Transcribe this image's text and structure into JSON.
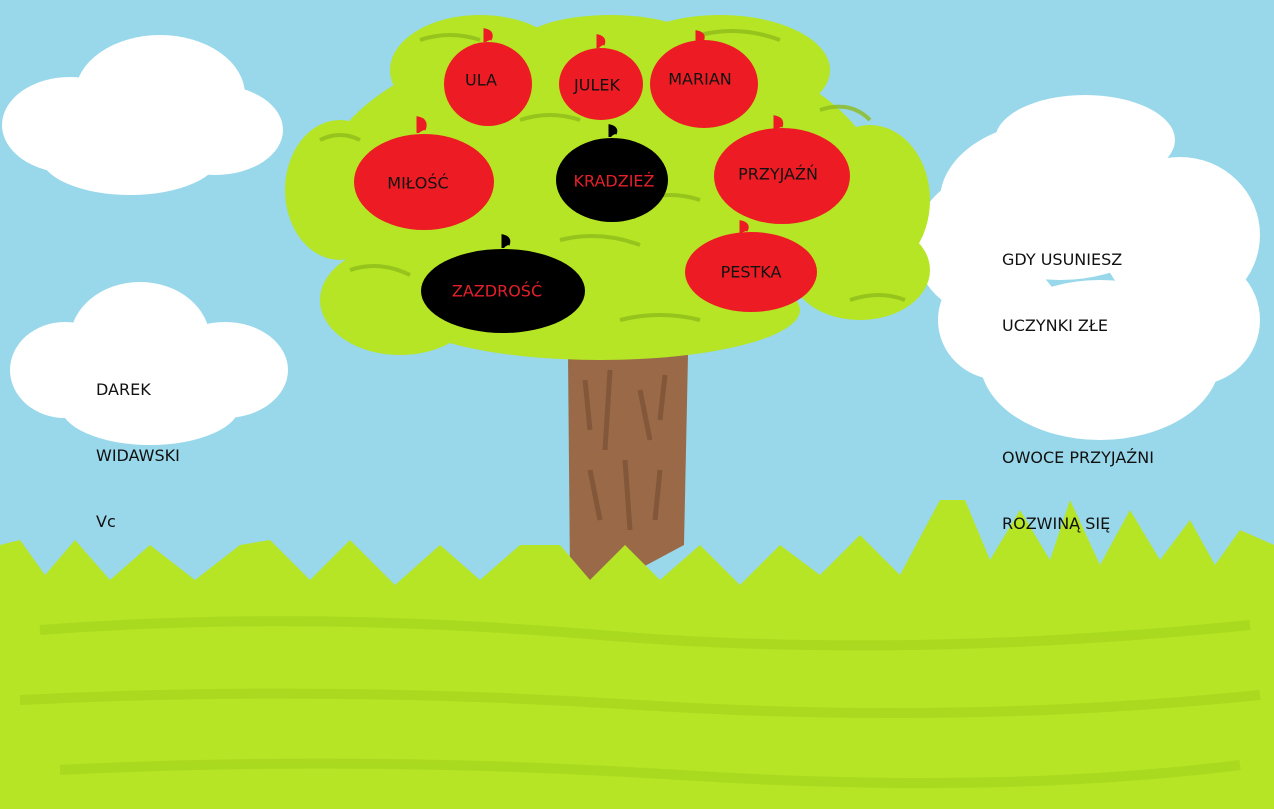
{
  "colors": {
    "sky": "#98d8ea",
    "cloud": "#ffffff",
    "foliage": "#b5e524",
    "foliage_stroke": "#8fbc1c",
    "trunk": "#9a6a48",
    "grass": "#b5e524",
    "good_fruit": "#ed1c24",
    "bad_fruit": "#000000",
    "bad_text": "#e4202a"
  },
  "fruits": {
    "ula": "ULA",
    "julek": "JULEK",
    "marian": "MARIAN",
    "milosc": "MIŁOŚĆ",
    "kradziez": "KRADZIEŻ",
    "przyjazn": "PRZYJAŹŃ",
    "zazdrosc": "ZAZDROŚĆ",
    "pestka": "PESTKA"
  },
  "author": {
    "line1": "DAREK",
    "line2": "WIDAWSKI",
    "line3": "Vc"
  },
  "message": {
    "line1": "GDY USUNIESZ",
    "line2": "UCZYNKI ZŁE",
    "line3": "OWOCE PRZYJAŹNI",
    "line4": "ROZWINĄ SIĘ"
  }
}
